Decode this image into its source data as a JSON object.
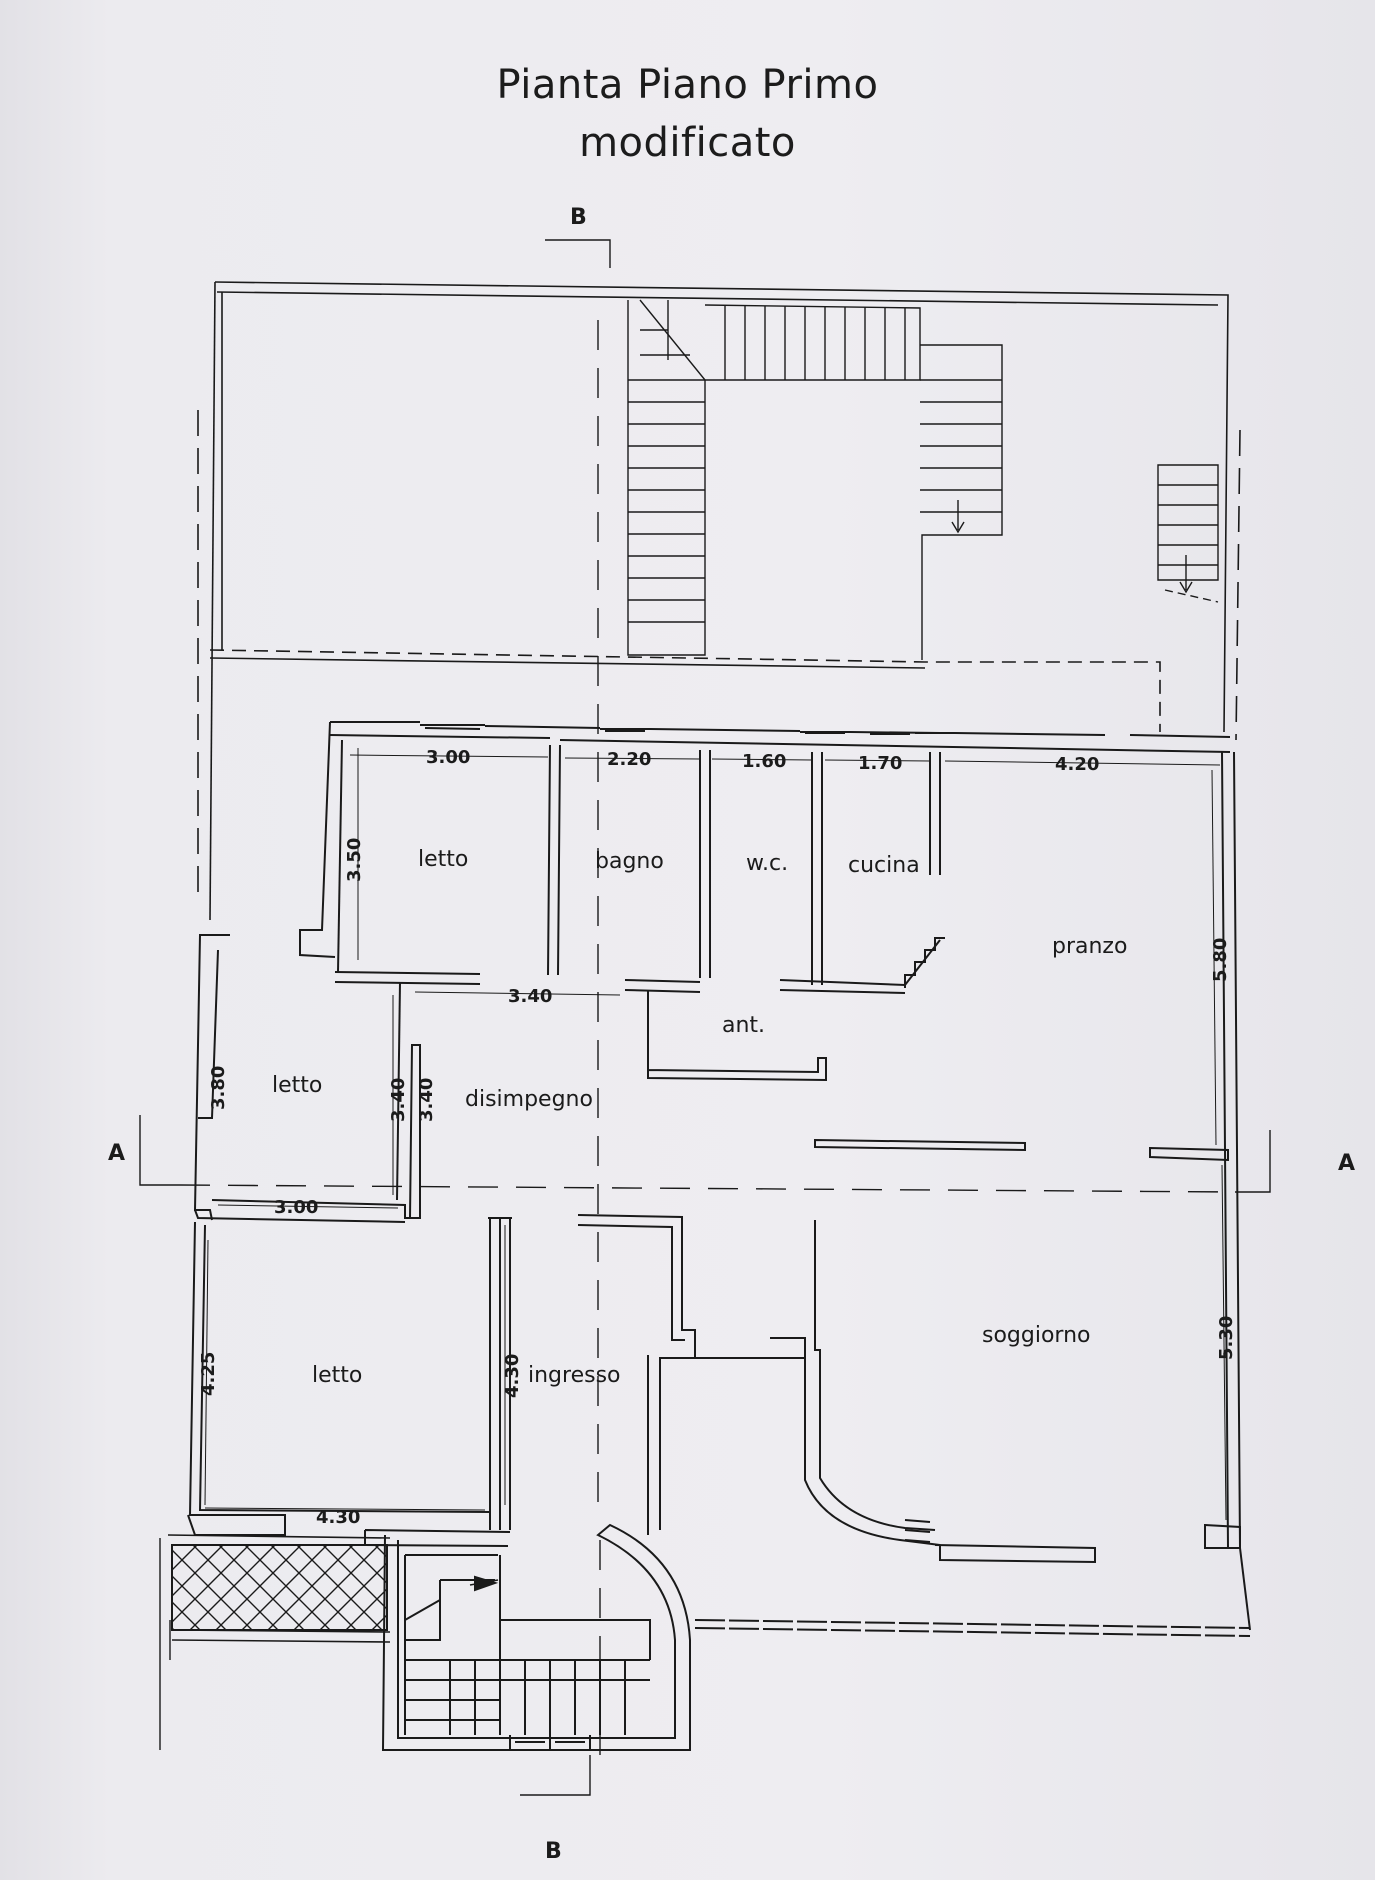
{
  "title": {
    "line1": "Pianta Piano Primo",
    "line2": "modificato"
  },
  "section_marks": {
    "b_top": "B",
    "b_bottom": "B",
    "a_left": "A",
    "a_right": "A"
  },
  "rooms": {
    "letto_1": "letto",
    "bagno": "bagno",
    "wc": "w.c.",
    "cucina": "cucina",
    "pranzo": "pranzo",
    "ant": "ant.",
    "letto_2": "letto",
    "disimpegno": "disimpegno",
    "soggiorno": "soggiorno",
    "letto_3": "letto",
    "ingresso": "ingresso"
  },
  "dimensions": {
    "top_letto": "3.00",
    "top_bagno": "2.20",
    "top_wc": "1.60",
    "top_cucina": "1.70",
    "top_pranzo": "4.20",
    "letto1_height": "3.50",
    "pranzo_height": "5.80",
    "corridor_width": "3.40",
    "letto2_height": "3.80",
    "letto2_side_a": "3.40",
    "letto2_side_b": "3.40",
    "letto2_width": "3.00",
    "letto3_height": "4.25",
    "ingresso_height": "4.30",
    "letto3_width": "4.30",
    "soggiorno_height": "5.30"
  },
  "colors": {
    "line": "#1a1a1a",
    "paper": "#eeedf1"
  }
}
